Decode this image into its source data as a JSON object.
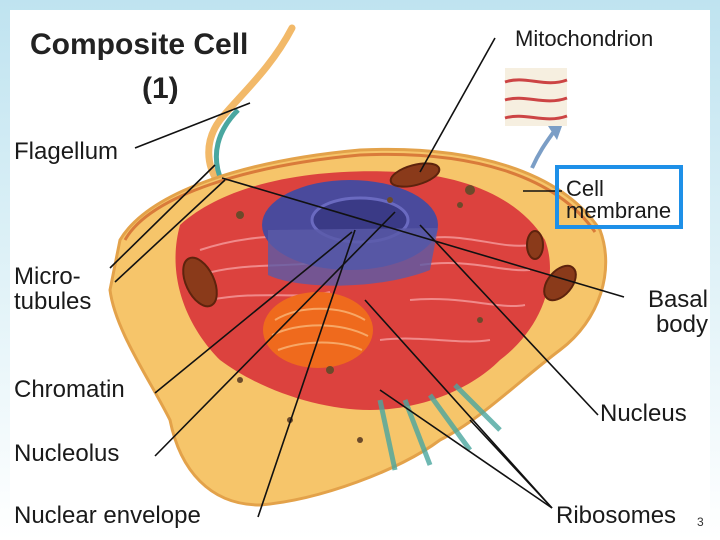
{
  "title": "Composite Cell",
  "subtitle": "(1)",
  "labels": {
    "flagellum": "Flagellum",
    "microtubules": "Micro-tubules",
    "chromatin": "Chromatin",
    "nucleolus": "Nucleolus",
    "nuclear_envelope": "Nuclear envelope",
    "mitochondrion": "Mitochondrion",
    "cell_membrane": "Cell membrane",
    "basal_body": "Basal body",
    "nucleus": "Nucleus",
    "ribosomes": "Ribosomes"
  },
  "page_number": "3",
  "colors": {
    "highlight_box": "#1e90e8",
    "cytoplasm": "#f6c56a",
    "er": "#d9363b",
    "nucleus": "#4a4a9c",
    "golgi": "#ef6a1d",
    "mitochondria": "#8a3a1a"
  }
}
